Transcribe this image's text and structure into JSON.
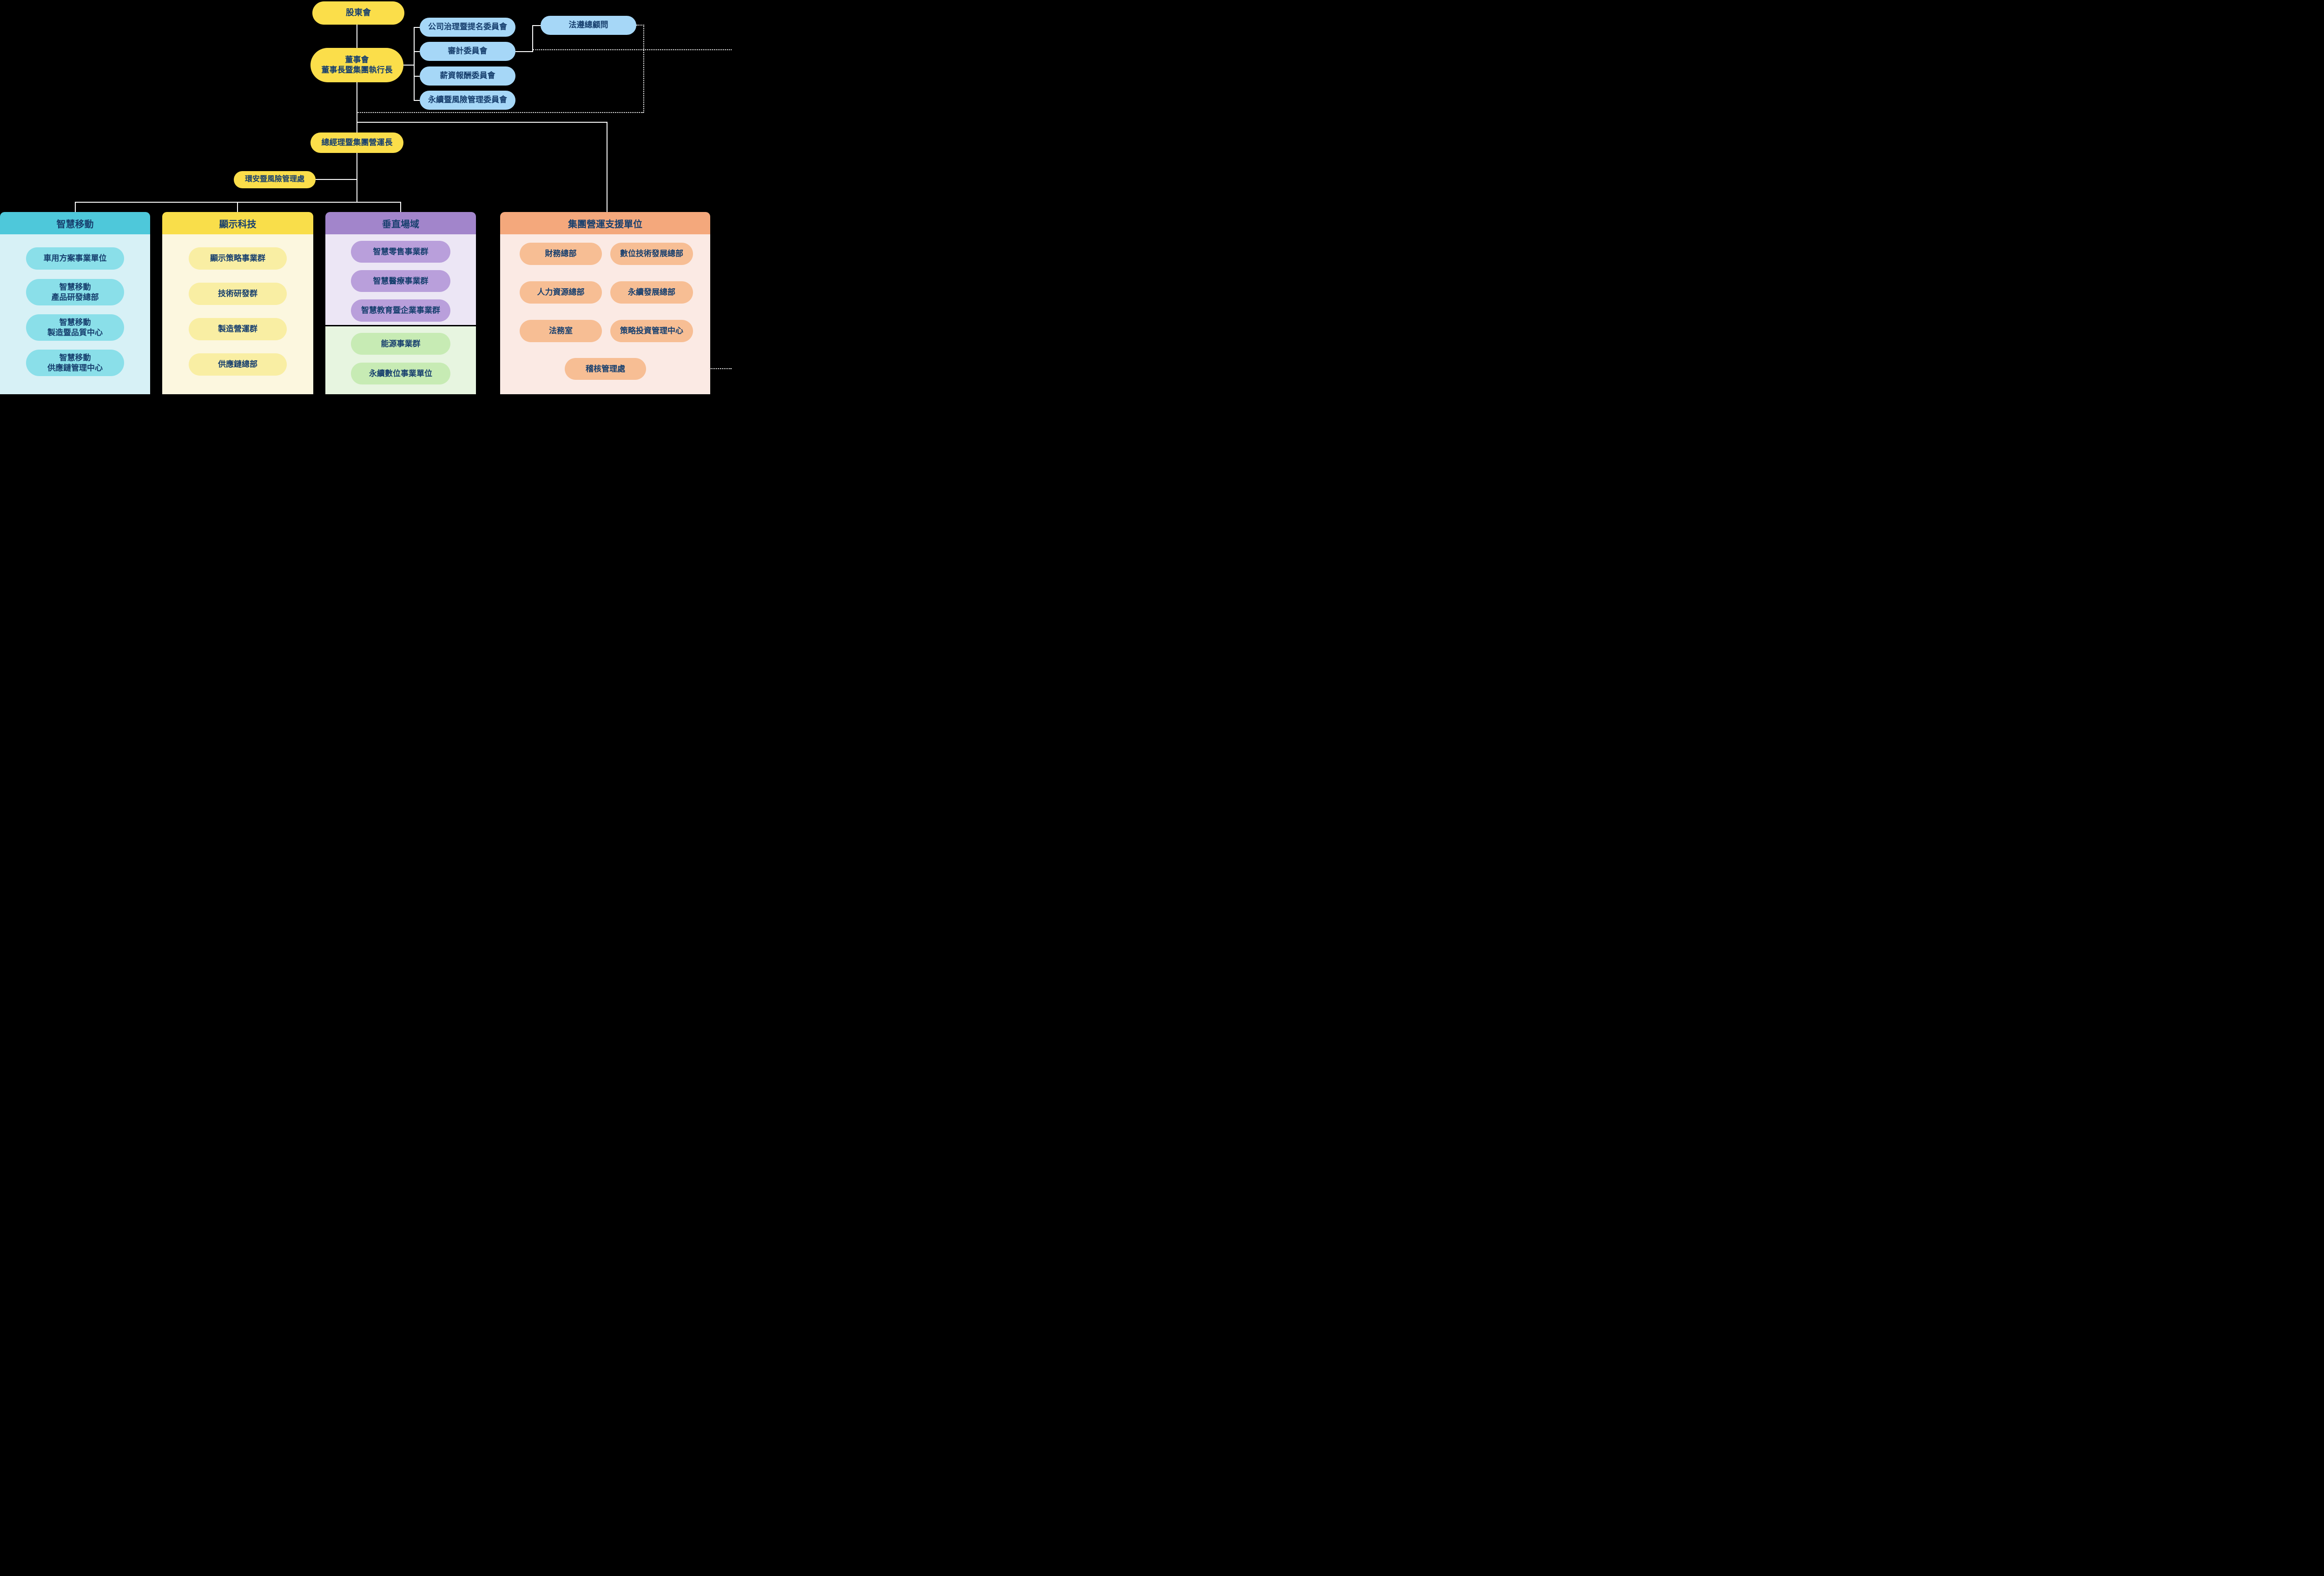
{
  "colors": {
    "background": "#000000",
    "yellow_node": "#FBDE4A",
    "blue_node": "#A6D7F7",
    "text_navy": "#173F6E",
    "connector": "#FFFFFF",
    "smart_mobility_header": "#4EC8DA",
    "smart_mobility_body": "#D7F1F6",
    "smart_mobility_pill": "#8ADFE9",
    "display_tech_header": "#F9DE4A",
    "display_tech_body": "#FCF7DF",
    "display_tech_pill": "#F9EEA3",
    "vertical_domains_header": "#A285CB",
    "vertical_domains_body_purple": "#ECE6F5",
    "vertical_domains_body_green": "#E7F5E0",
    "vertical_domains_pill_purple": "#B99FDB",
    "vertical_domains_pill_green": "#C7EBB4",
    "group_support_header": "#F4A87C",
    "group_support_body": "#FBEAE4",
    "group_support_pill": "#F7BE94"
  },
  "nodes": {
    "shareholders": "股東會",
    "board": "董事會\n董事長暨集團執行長",
    "committee_governance": "公司治理暨提名委員會",
    "committee_audit": "審計委員會",
    "committee_compensation": "薪資報酬委員會",
    "committee_sustainability_risk": "永續暨風險管理委員會",
    "compliance_counsel": "法遵總顧問",
    "president_coo": "總經理暨集團營運長",
    "ehs_risk_office": "環安暨風險管理處"
  },
  "divisions": {
    "smart_mobility": {
      "title": "智慧移動",
      "items": {
        "automotive": "車用方案事業單位",
        "product_rd": "智慧移動\n產品研發總部",
        "mfg_quality": "智慧移動\n製造暨品質中心",
        "supply_chain": "智慧移動\n供應鏈管理中心"
      }
    },
    "display_tech": {
      "title": "顯示科技",
      "items": {
        "display_strategy": "顯示策略事業群",
        "tech_rd": "技術研發群",
        "mfg_ops": "製造營運群",
        "supply_hq": "供應鏈總部"
      }
    },
    "vertical_domains": {
      "title": "垂直場域",
      "items": {
        "smart_retail": "智慧零售事業群",
        "smart_medical": "智慧醫療事業群",
        "smart_education": "智慧教育暨企業事業群",
        "energy": "能源事業群",
        "sustainable_digital": "永續數位事業單位"
      }
    },
    "group_support": {
      "title": "集團營運支援單位",
      "items": {
        "finance": "財務總部",
        "digital_tech": "數位技術發展總部",
        "hr": "人力資源總部",
        "sustainability": "永續發展總部",
        "legal": "法務室",
        "strategic_investment": "策略投資管理中心",
        "audit_mgmt": "稽核管理處"
      }
    }
  }
}
